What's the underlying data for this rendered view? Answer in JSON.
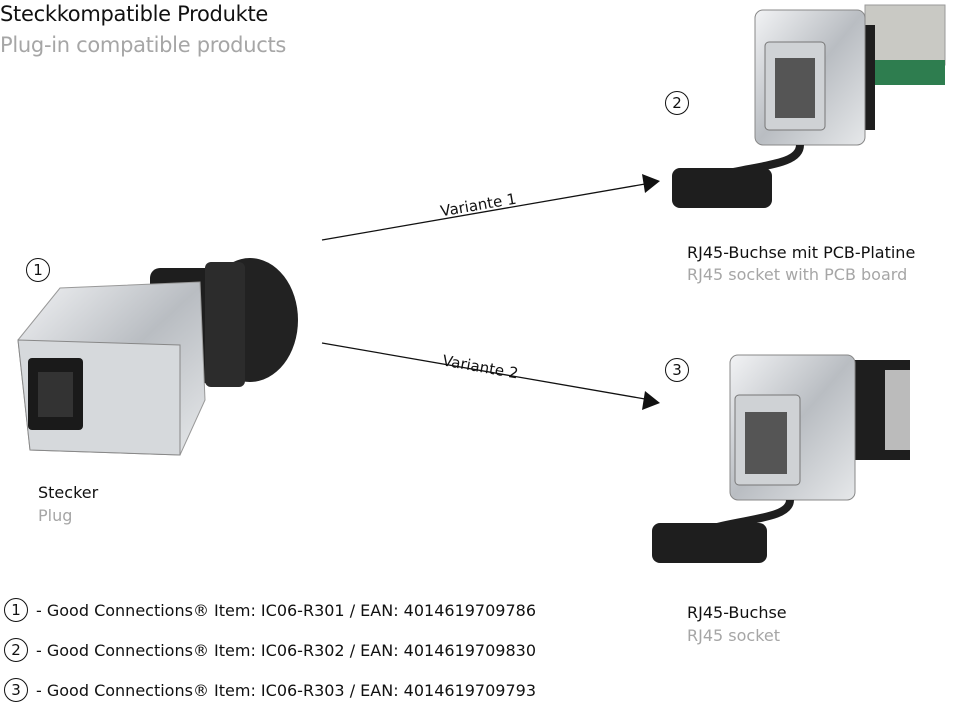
{
  "header": {
    "title": "Steckkompatible Produkte",
    "subtitle": "Plug-in compatible products"
  },
  "products": [
    {
      "number": "1",
      "label_de": "Stecker",
      "label_en": "Plug"
    },
    {
      "number": "2",
      "label_de": "RJ45-Buchse mit PCB-Platine",
      "label_en": "RJ45 socket with PCB board"
    },
    {
      "number": "3",
      "label_de": "RJ45-Buchse",
      "label_en": "RJ45 socket"
    }
  ],
  "arrows": [
    {
      "label": "Variante 1"
    },
    {
      "label": "Variante 2"
    }
  ],
  "legend": [
    {
      "number": "1",
      "text": "- Good Connections® Item: IC06-R301 / EAN: 4014619709786"
    },
    {
      "number": "2",
      "text": "- Good Connections® Item: IC06-R302 / EAN: 4014619709830"
    },
    {
      "number": "3",
      "text": "- Good Connections® Item: IC06-R303 / EAN: 4014619709793"
    }
  ],
  "colors": {
    "text": "#111111",
    "secondary": "#a6a6a6",
    "metal": "#c8ccd0",
    "rubber": "#1e1e1e"
  }
}
